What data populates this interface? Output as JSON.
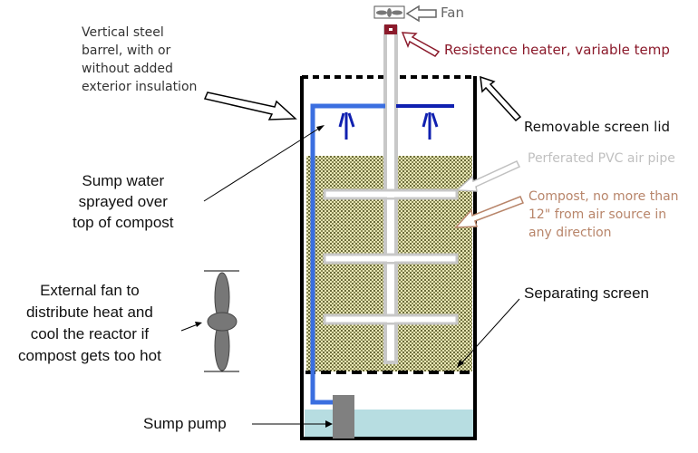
{
  "title": "Compost heat reactor diagram",
  "labels": {
    "fan": "Fan",
    "heater": "Resistence heater, variable temp",
    "barrel": "Vertical steel\nbarrel, with or\nwithout added\nexterior insulation",
    "lid": "Removable screen lid",
    "pvc_pipe": "Perferated PVC air pipe",
    "compost": "Compost, no more than\n12\" from air source in\nany direction",
    "sump_spray": "Sump water\nsprayed over\ntop of compost",
    "external_fan": "External fan to\ndistribute heat and\ncool the reactor if\ncompost gets too hot",
    "separating_screen": "Separating screen",
    "sump_pump": "Sump pump"
  },
  "colors": {
    "heater_text": "#8b1a2b",
    "pvc_text": "#c0c0c0",
    "compost_text": "#b8856a",
    "compost_fill": "#e8e6b4",
    "compost_dots": "#6b6b3a",
    "sump_pipe_left": "#3b6fe0",
    "sump_pipe_right": "#1020b0",
    "water": "#b7dde1",
    "pump": "#808080",
    "air_pipe": "#c8c8c8",
    "barrel": "#000000"
  }
}
